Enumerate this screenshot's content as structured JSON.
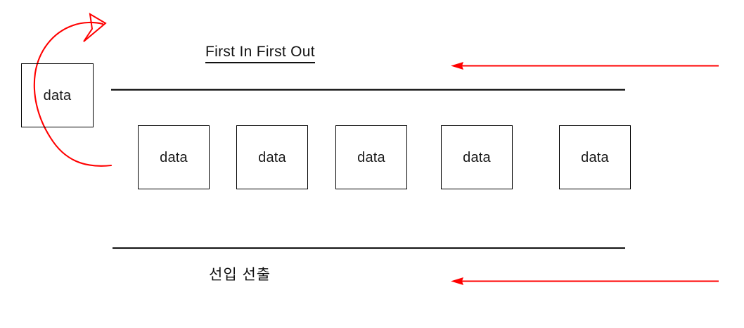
{
  "diagram": {
    "title_en": "First In First Out",
    "title_ko": "선입 선출",
    "incoming_box_label": "data",
    "queue_boxes": [
      {
        "label": "data"
      },
      {
        "label": "data"
      },
      {
        "label": "data"
      },
      {
        "label": "data"
      },
      {
        "label": "data"
      }
    ],
    "colors": {
      "arrow_red": "#FF0000",
      "line_black": "#000000",
      "text_black": "#111111",
      "background": "#FFFFFF"
    },
    "arrows": {
      "loop_arrow_name": "enqueue-loop-arrow",
      "top_flow_arrow_name": "top-flow-arrow-left",
      "bottom_flow_arrow_name": "bottom-flow-arrow-left",
      "direction": "left"
    },
    "rails": {
      "top_rail_name": "queue-rail-top",
      "bottom_rail_name": "queue-rail-bottom"
    }
  }
}
